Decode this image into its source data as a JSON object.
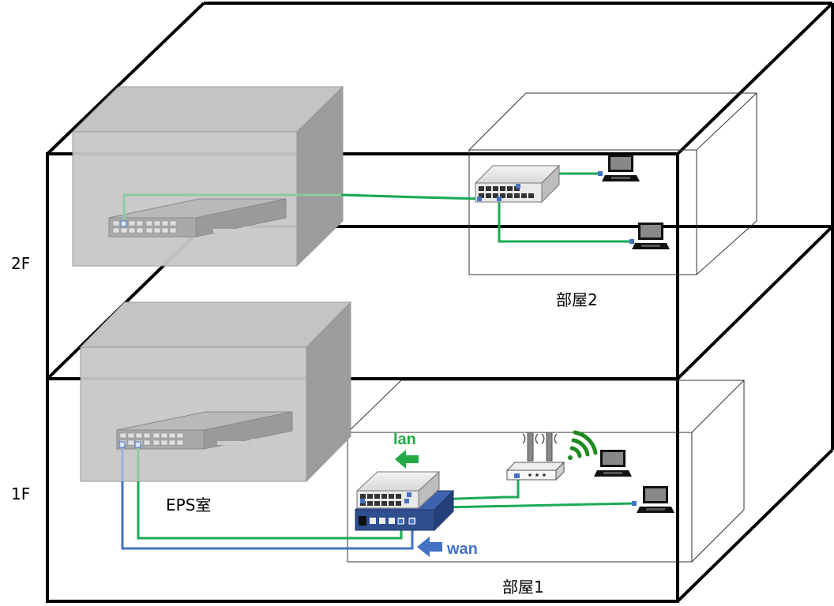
{
  "floors": {
    "upper": "2F",
    "lower": "1F"
  },
  "rooms": {
    "room2": "部屋2",
    "room1": "部屋1",
    "eps": "EPS室"
  },
  "links": {
    "lan": "lan",
    "wan": "wan"
  },
  "colors": {
    "lan": "#1aaa55",
    "wan": "#4472c4",
    "router": "#2f4f8f",
    "lan_label": "#22aa44",
    "wan_label": "#4472c4",
    "wifi": "#1f8a1f"
  }
}
